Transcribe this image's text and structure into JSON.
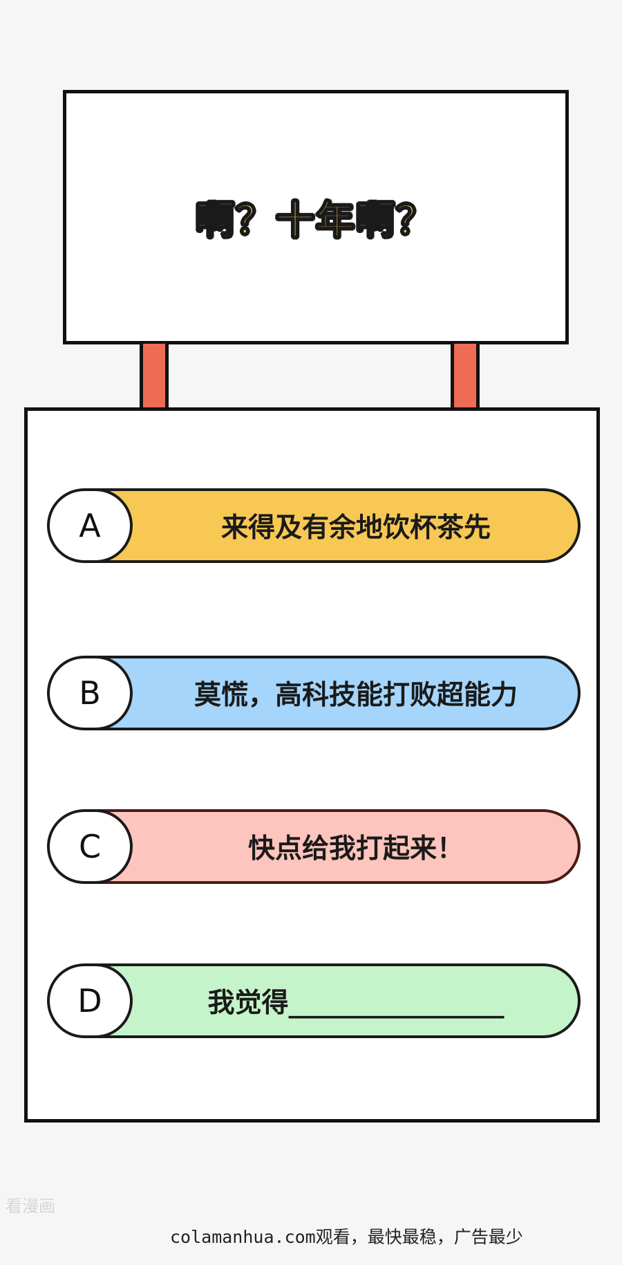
{
  "sign": {
    "title": "啊？十年啊？"
  },
  "quiz": {
    "options": [
      {
        "letter": "A",
        "text": "来得及有余地饮杯茶先",
        "color": "#f7c854"
      },
      {
        "letter": "B",
        "text": "莫慌，高科技能打败超能力",
        "color": "#a5d5fb"
      },
      {
        "letter": "C",
        "text": "快点给我打起来！",
        "color": "#fdc5bd"
      },
      {
        "letter": "D",
        "text": "我觉得________________",
        "color": "#c5f4cb"
      }
    ]
  },
  "watermark": {
    "text": "看漫画"
  },
  "footer": {
    "text": "colamanhua.com观看，最快最稳，广告最少"
  },
  "colors": {
    "post": "#ee6b55",
    "title_fill": "#f7c844",
    "outline": "#111111"
  }
}
